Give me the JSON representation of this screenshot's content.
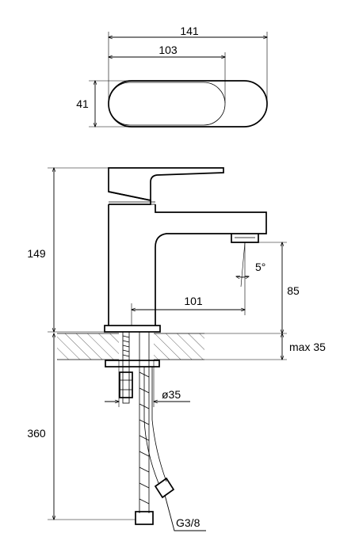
{
  "drawing": {
    "top_view": {
      "overall_width": "141",
      "inner_width": "103",
      "depth": "41"
    },
    "side_view": {
      "total_height": "149",
      "spout_height": "85",
      "spout_reach": "101",
      "spray_angle": "5°",
      "deck_thickness": "max 35",
      "hose_length": "360",
      "mount_diameter": "ø35",
      "thread_size": "G3/8"
    }
  }
}
